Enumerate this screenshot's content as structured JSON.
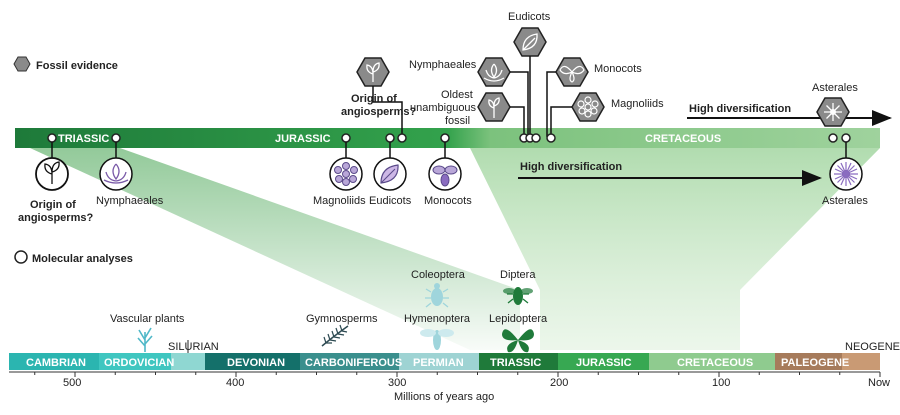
{
  "legend": {
    "fossil": "Fossil evidence",
    "molecular": "Molecular analyses"
  },
  "top_bar": {
    "triassic": "TRIASSIC",
    "jurassic": "JURASSIC",
    "cretaceous": "CRETACEOUS"
  },
  "fossil_labels": {
    "eudicots": "Eudicots",
    "nymphaeales": "Nymphaeales",
    "monocots": "Monocots",
    "oldest_1": "Oldest",
    "oldest_2": "unambiguous",
    "oldest_3": "fossil",
    "magnoliids": "Magnoliids",
    "origin_1": "Origin of",
    "origin_2": "angiosperms?",
    "high_div": "High diversification",
    "asterales": "Asterales"
  },
  "molecular_labels": {
    "origin_1": "Origin of",
    "origin_2": "angiosperms?",
    "nymphaeales": "Nymphaeales",
    "magnoliids": "Magnoliids",
    "eudicots": "Eudicots",
    "monocots": "Monocots",
    "high_div": "High diversification",
    "asterales": "Asterales"
  },
  "other_groups": {
    "vascular": "Vascular plants",
    "gymnosperms": "Gymnosperms",
    "coleoptera": "Coleoptera",
    "diptera": "Diptera",
    "hymenoptera": "Hymenoptera",
    "lepidoptera": "Lepidoptera"
  },
  "timescale": {
    "periods": [
      "CAMBRIAN",
      "ORDOVICIAN",
      "SILURIAN",
      "DEVONIAN",
      "CARBONIFEROUS",
      "PERMIAN",
      "TRIASSIC",
      "JURASSIC",
      "CRETACEOUS",
      "PALEOGENE",
      "NEOGENE"
    ],
    "ticks": [
      "500",
      "400",
      "300",
      "200",
      "100",
      "Now"
    ],
    "axis_label": "Millions of years ago"
  },
  "colors": {
    "triassic_dark": "#1f7a3a",
    "green_mid": "#37a852",
    "green_light": "#8fcb8f",
    "cambrian": "#2bb5b0",
    "ordovician": "#3fc6c0",
    "devonian": "#14706a",
    "carboniferous": "#3a8f8d",
    "permian": "#9ed3d3",
    "paleogene": "#a67b5b",
    "neogene": "#c99a74",
    "icon_gray": "#8a8a8a"
  }
}
